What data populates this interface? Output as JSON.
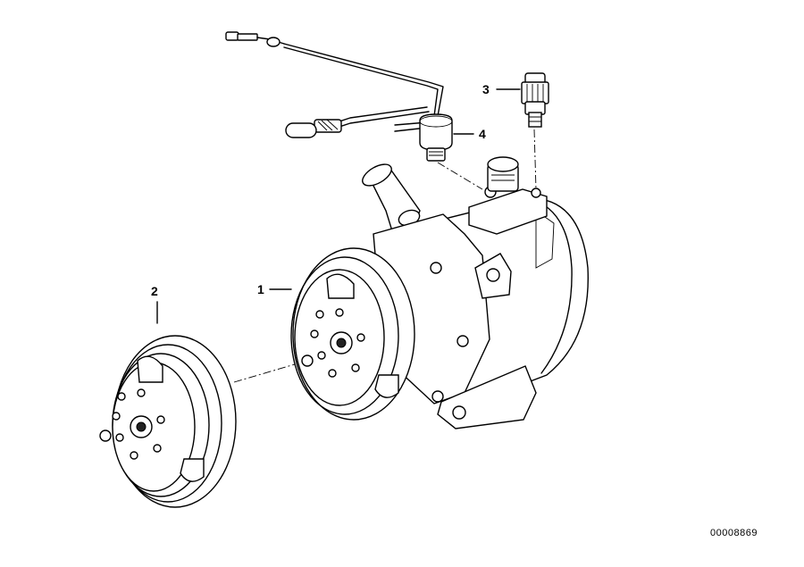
{
  "callouts": {
    "item1": "1",
    "item2": "2",
    "item3": "3",
    "item4": "4"
  },
  "reference_number": "00008869",
  "colors": {
    "line": "#000000",
    "background": "#ffffff"
  }
}
